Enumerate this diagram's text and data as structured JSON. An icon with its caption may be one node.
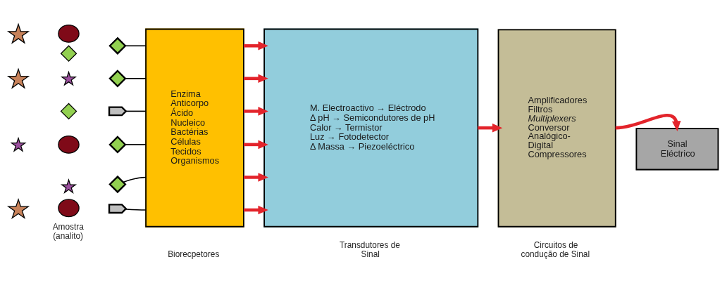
{
  "diagram": {
    "nodes": [
      {
        "text": [],
        "shape": "circle"
      },
      {
        "text": [],
        "shape": "star"
      },
      {
        "text": [],
        "shape": "diamond"
      },
      {
        "text": [],
        "shape": "star"
      },
      {
        "text": [],
        "shape": "star"
      },
      {
        "text": [],
        "shape": "diamond"
      },
      {
        "text": [],
        "shape": "star"
      },
      {
        "text": [],
        "shape": "circle"
      },
      {
        "text": [],
        "shape": "star"
      },
      {
        "text": [],
        "shape": "star"
      },
      {
        "text": [],
        "shape": "circle"
      },
      {
        "text": [],
        "shape": "diamond"
      },
      {
        "text": [],
        "shape": "diamond"
      },
      {
        "text": [],
        "shape": "chevron"
      },
      {
        "text": [],
        "shape": "diamond"
      },
      {
        "text": [],
        "shape": "diamond"
      },
      {
        "text": [],
        "shape": "chevron"
      },
      {
        "text": [
          "Enzima",
          "Anticorpo",
          "Ácido Nucleico",
          "Bactérias",
          "Células",
          "Tecidos",
          "Organismos"
        ],
        "beside": [
          "Biorecpetores"
        ]
      },
      {
        "text": [
          "M. Electroactivo → Eléctrodo",
          "Δ pH → Semicondutores de pH",
          "Calor → Termistor",
          "Luz → Fotodetector",
          "Δ Massa → Piezoeléctrico"
        ],
        "beside": [
          "Transdutores de Sinal"
        ]
      },
      {
        "text": [
          "Amplificadores",
          "Filtros",
          "Multiplexers",
          "Conversor Analógico-Digital",
          "Compressores"
        ],
        "beside": [
          "Circuitos de condução de Sinal"
        ]
      },
      {
        "text": [
          "Sinal Eléctrico"
        ]
      }
    ],
    "edges": [
      {
        "from": 11,
        "to": 17,
        "arrow": "none",
        "color": "#000000"
      },
      {
        "from": 12,
        "to": 17,
        "arrow": "none",
        "color": "#000000"
      },
      {
        "from": 13,
        "to": 17,
        "arrow": "none",
        "color": "#000000"
      },
      {
        "from": 14,
        "to": 17,
        "arrow": "none",
        "color": "#000000"
      },
      {
        "from": 15,
        "to": 17,
        "arrow": "none",
        "color": "#000000"
      },
      {
        "from": 16,
        "to": 17,
        "arrow": "none",
        "color": "#000000"
      },
      {
        "from": 17,
        "to": 18,
        "arrow": "to",
        "color": "#e3242b"
      },
      {
        "from": 17,
        "to": 18,
        "arrow": "to",
        "color": "#e3242b"
      },
      {
        "from": 17,
        "to": 18,
        "arrow": "to",
        "color": "#e3242b"
      },
      {
        "from": 17,
        "to": 18,
        "arrow": "to",
        "color": "#e3242b"
      },
      {
        "from": 17,
        "to": 18,
        "arrow": "to",
        "color": "#e3242b"
      },
      {
        "from": 17,
        "to": 18,
        "arrow": "to",
        "color": "#e3242b"
      },
      {
        "from": 18,
        "to": 19,
        "arrow": "to",
        "color": "#e3242b"
      },
      {
        "from": 19,
        "to": 20,
        "arrow": "to",
        "color": "#e3242b"
      }
    ],
    "labels": [
      "Amostra (analito)"
    ]
  }
}
